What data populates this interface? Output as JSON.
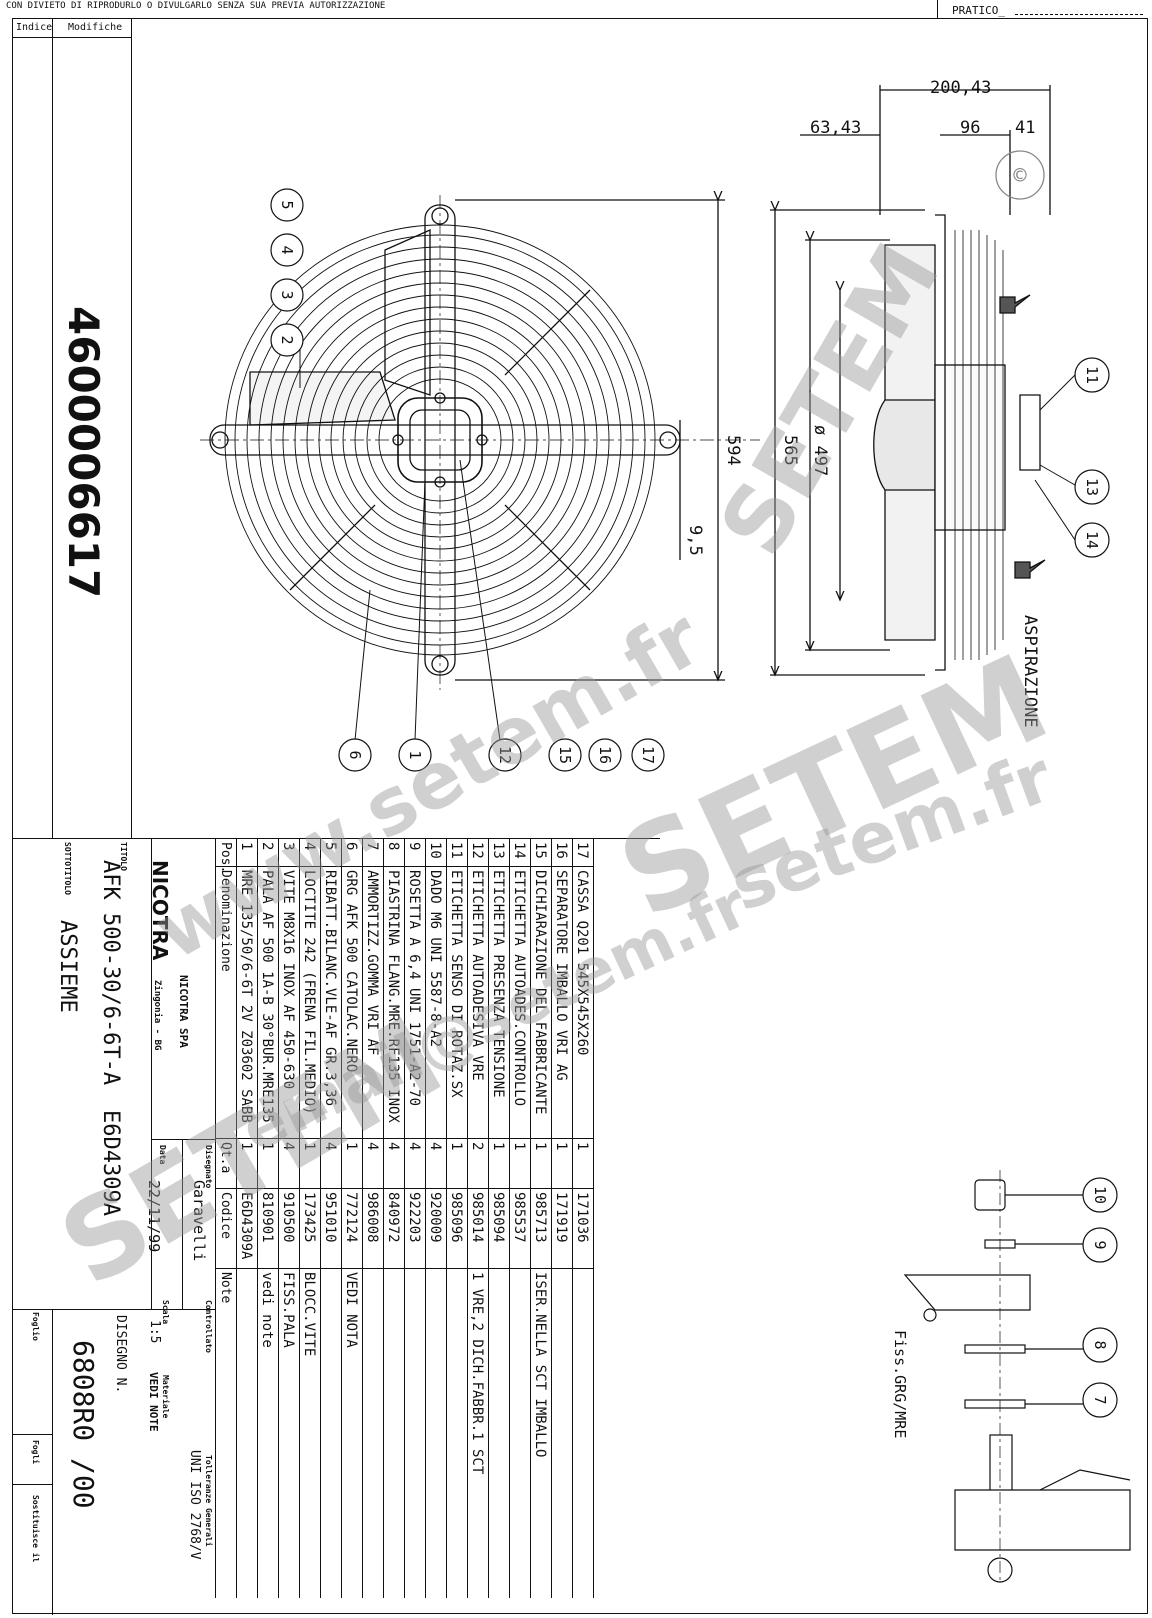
{
  "header": {
    "copyright_note": "CON DIVIETO DI RIPRODURLO O DIVULGARLO SENZA SUA PREVIA AUTORIZZAZIONE",
    "pratico_label": "PRATICO_"
  },
  "revision_box": {
    "indice": "Indice",
    "modifiche": "Modifiche"
  },
  "part_code": "4600006617",
  "dimensions": {
    "d200": "200,43",
    "d63": "63,43",
    "d96": "96",
    "d41": "41",
    "d594": "594",
    "d565": "565",
    "d497": "ø 497",
    "d9_5": "9,5"
  },
  "balloons": {
    "b1": "1",
    "b2": "2",
    "b3": "3",
    "b4": "4",
    "b5": "5",
    "b6": "6",
    "b7": "7",
    "b8": "8",
    "b9": "9",
    "b10": "10",
    "b11": "11",
    "b12": "12",
    "b13": "13",
    "b14": "14",
    "b15": "15",
    "b16": "16",
    "b17": "17"
  },
  "labels": {
    "aspirazione": "ASPIRAZIONE",
    "fiss": "Fiss.GRG/MRE"
  },
  "bom": {
    "headers": {
      "pos": "Pos.",
      "denom": "Denominazione",
      "qt": "Qt.a",
      "codice": "Codice",
      "note": "Note"
    },
    "rows": [
      {
        "pos": "1",
        "denom": "MRE 135/50/6-6T 2V Z03602 SABB",
        "qt": "1",
        "codice": "E6D4309A",
        "note": ""
      },
      {
        "pos": "2",
        "denom": "PALA AF 500 1A-B 30°BUR.MRE135",
        "qt": "1",
        "codice": "810901",
        "note": "vedi note"
      },
      {
        "pos": "3",
        "denom": "VITE M8X16 INOX AF 450-630",
        "qt": "4",
        "codice": "910500",
        "note": "FISS.PALA"
      },
      {
        "pos": "4",
        "denom": "LOCTITE 242 (FRENA FIL.MEDIO)",
        "qt": "1",
        "codice": "173425",
        "note": "BLOCC.VITE"
      },
      {
        "pos": "5",
        "denom": "RIBATT.BILANC.VLE-AF GR.3,36",
        "qt": "4",
        "codice": "951010",
        "note": ""
      },
      {
        "pos": "6",
        "denom": "GRG AFK 500 CATOLAC.NERO",
        "qt": "1",
        "codice": "772124",
        "note": "VEDI NOTA"
      },
      {
        "pos": "7",
        "denom": "AMMORTIZZ.GOMMA VRI AF",
        "qt": "4",
        "codice": "986008",
        "note": ""
      },
      {
        "pos": "8",
        "denom": "PIASTRINA FLANG.MRE.RF135 INOX",
        "qt": "4",
        "codice": "840972",
        "note": ""
      },
      {
        "pos": "9",
        "denom": "ROSETTA A 6,4 UNI 1751-A2-70",
        "qt": "4",
        "codice": "922203",
        "note": ""
      },
      {
        "pos": "10",
        "denom": "DADO M6 UNI 5587-8-A2",
        "qt": "4",
        "codice": "920009",
        "note": ""
      },
      {
        "pos": "11",
        "denom": "ETICHETTA SENSO DI ROTAZ.SX",
        "qt": "1",
        "codice": "985096",
        "note": ""
      },
      {
        "pos": "12",
        "denom": "ETICHETTA AUTOADESIVA VRE",
        "qt": "2",
        "codice": "985014",
        "note": "1 VRE,2 DICH.FABBR.1 SCT"
      },
      {
        "pos": "13",
        "denom": "ETICHETTA PRESENZA TENSIONE",
        "qt": "1",
        "codice": "985094",
        "note": ""
      },
      {
        "pos": "14",
        "denom": "ETICHETTA AUTOADES.CONTROLLO",
        "qt": "1",
        "codice": "985537",
        "note": ""
      },
      {
        "pos": "15",
        "denom": "DICHIARAZIONE DEL FABBRICANTE",
        "qt": "1",
        "codice": "985713",
        "note": "ISER.NELLA SCT IMBALLO"
      },
      {
        "pos": "16",
        "denom": "SEPARATORE IMBALLO VRI AG",
        "qt": "1",
        "codice": "171919",
        "note": ""
      },
      {
        "pos": "17",
        "denom": "CASSA Q201 545X545X260",
        "qt": "1",
        "codice": "171036",
        "note": ""
      }
    ]
  },
  "titleblock": {
    "titolo_lbl": "TITOLO",
    "titolo": "AFK 500-30/6-6T-A",
    "code": "E6D4309A",
    "sottotitolo_lbl": "SOTTOTITOLO",
    "sottotitolo": "ASSIEME",
    "company": "NICOTRA SPA",
    "company_sub": "Zingonia - BG",
    "logo": "NICOTRA",
    "disegnato_lbl": "Disegnato",
    "disegnato": "Garavelli",
    "data_lbl": "Data",
    "data": "22/11/99",
    "controllato_lbl": "Controllato",
    "scala_lbl": "Scala",
    "scala": "1:5",
    "materiale_lbl": "Materiale",
    "materiale": "VEDI NOTE",
    "tolleranze_lbl": "Tolleranze Generali",
    "tolleranze": "UNI ISO 2768/V",
    "disegno_lbl": "DISEGNO N.",
    "disegno": "6808R0 /00",
    "foglio_lbl": "Foglio",
    "fogli_lbl": "Fogli",
    "sostituisce_lbl": "Sostituisce il"
  },
  "watermarks": {
    "w1": "www.setem.fr",
    "w2": "SETEM",
    "w3": "SETEM",
    "w4": "setem.fr",
    "w5": "email@setem.fr",
    "w6": "SETEM"
  }
}
